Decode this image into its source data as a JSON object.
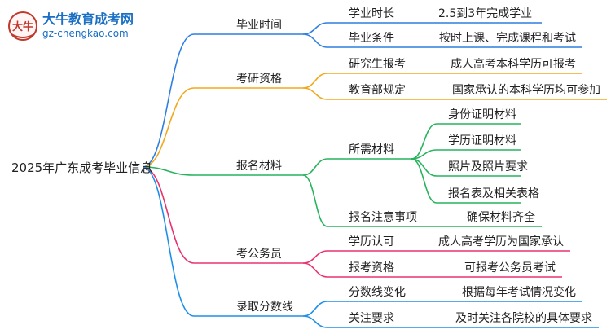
{
  "logo": {
    "title": "大牛教育成考网",
    "url": "gz-chengkao.com",
    "mark": "大牛"
  },
  "root": {
    "label": "2025年广东成考毕业信息"
  },
  "branches": [
    {
      "label": "毕业时间",
      "color": "#2f7fe0",
      "children": [
        {
          "label": "学业时长",
          "children": [
            {
              "label": "2.5到3年完成学业"
            }
          ]
        },
        {
          "label": "毕业条件",
          "children": [
            {
              "label": "按时上课、完成课程和考试"
            }
          ]
        }
      ]
    },
    {
      "label": "考研资格",
      "color": "#f0a81c",
      "children": [
        {
          "label": "研究生报考",
          "children": [
            {
              "label": "成人高考本科学历可报考"
            }
          ]
        },
        {
          "label": "教育部规定",
          "children": [
            {
              "label": "国家承认的本科学历均可参加"
            }
          ]
        }
      ]
    },
    {
      "label": "报名材料",
      "color": "#27b35e",
      "children": [
        {
          "label": "所需材料",
          "children": [
            {
              "label": "身份证明材料"
            },
            {
              "label": "学历证明材料"
            },
            {
              "label": "照片及照片要求"
            },
            {
              "label": "报名表及相关表格"
            }
          ]
        },
        {
          "label": "报名注意事项",
          "children": [
            {
              "label": "确保材料齐全"
            }
          ]
        }
      ]
    },
    {
      "label": "考公务员",
      "color": "#e8336d",
      "children": [
        {
          "label": "学历认可",
          "children": [
            {
              "label": "成人高考学历为国家承认"
            }
          ]
        },
        {
          "label": "报考资格",
          "children": [
            {
              "label": "可报考公务员考试"
            }
          ]
        }
      ]
    },
    {
      "label": "录取分数线",
      "color": "#1e8fe8",
      "children": [
        {
          "label": "分数线变化",
          "children": [
            {
              "label": "根据每年考试情况变化"
            }
          ]
        },
        {
          "label": "关注要求",
          "children": [
            {
              "label": "及时关注各院校的具体要求"
            }
          ]
        }
      ]
    }
  ]
}
